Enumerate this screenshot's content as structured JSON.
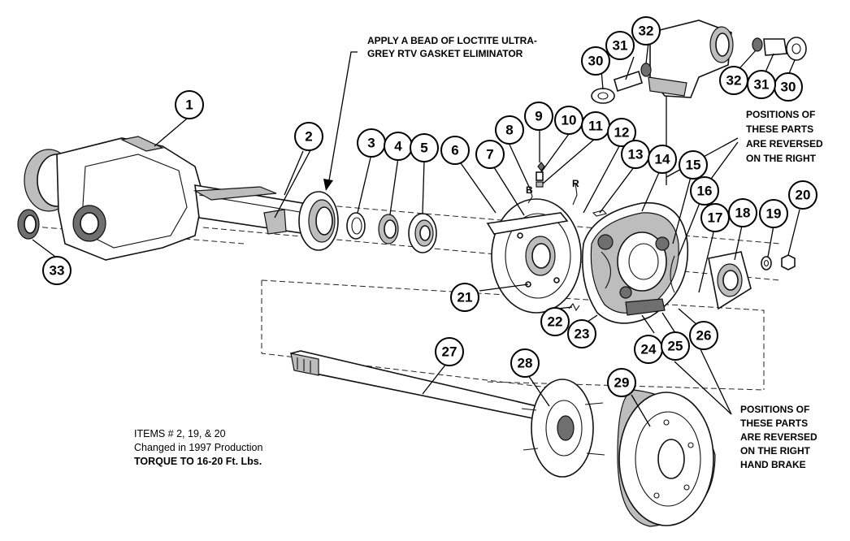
{
  "notes": {
    "loctite": [
      "APPLY A BEAD OF LOCTITE ULTRA-",
      "GREY RTV GASKET ELIMINATOR"
    ],
    "positions_upper": [
      "POSITIONS OF",
      "THESE PARTS",
      "ARE REVERSED",
      "ON THE RIGHT"
    ],
    "positions_lower": [
      "POSITIONS OF",
      "THESE PARTS",
      "ARE REVERSED",
      "ON THE RIGHT",
      "HAND BRAKE"
    ],
    "items_line1": "ITEMS # 2, 19, & 20",
    "items_line2": "Changed in 1997 Production",
    "items_line3": "TORQUE TO 16-20 Ft. Lbs."
  },
  "callouts": [
    {
      "id": "c1",
      "label": "1"
    },
    {
      "id": "c2",
      "label": "2"
    },
    {
      "id": "c3",
      "label": "3"
    },
    {
      "id": "c4",
      "label": "4"
    },
    {
      "id": "c5",
      "label": "5"
    },
    {
      "id": "c6",
      "label": "6"
    },
    {
      "id": "c7",
      "label": "7"
    },
    {
      "id": "c8",
      "label": "8"
    },
    {
      "id": "c9",
      "label": "9"
    },
    {
      "id": "c10",
      "label": "10"
    },
    {
      "id": "c11",
      "label": "11"
    },
    {
      "id": "c12",
      "label": "12"
    },
    {
      "id": "c13",
      "label": "13"
    },
    {
      "id": "c14",
      "label": "14"
    },
    {
      "id": "c15",
      "label": "15"
    },
    {
      "id": "c16",
      "label": "16"
    },
    {
      "id": "c17",
      "label": "17"
    },
    {
      "id": "c18",
      "label": "18"
    },
    {
      "id": "c19",
      "label": "19"
    },
    {
      "id": "c20",
      "label": "20"
    },
    {
      "id": "c21",
      "label": "21"
    },
    {
      "id": "c22",
      "label": "22"
    },
    {
      "id": "c23",
      "label": "23"
    },
    {
      "id": "c24",
      "label": "24"
    },
    {
      "id": "c25",
      "label": "25"
    },
    {
      "id": "c26",
      "label": "26"
    },
    {
      "id": "c27",
      "label": "27"
    },
    {
      "id": "c28",
      "label": "28"
    },
    {
      "id": "c29",
      "label": "29"
    },
    {
      "id": "c30a",
      "label": "30"
    },
    {
      "id": "c31a",
      "label": "31"
    },
    {
      "id": "c32a",
      "label": "32"
    },
    {
      "id": "c30b",
      "label": "30"
    },
    {
      "id": "c31b",
      "label": "31"
    },
    {
      "id": "c32b",
      "label": "32"
    },
    {
      "id": "c33",
      "label": "33"
    }
  ],
  "shaft_marks": {
    "b": "B",
    "r": "R"
  }
}
